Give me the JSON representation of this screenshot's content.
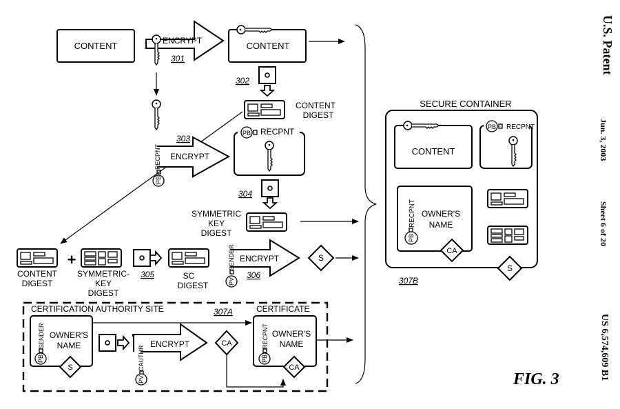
{
  "header": {
    "publication": "U.S. Patent",
    "date": "Jun. 3, 2003",
    "sheet": "Sheet 6 of 20",
    "patent_number": "US 6,574,609 B1"
  },
  "figure_label": "FIG. 3",
  "labels": {
    "content": "CONTENT",
    "encrypt": "ENCRYPT",
    "content_digest_l1": "CONTENT",
    "content_digest_l2": "DIGEST",
    "recpnt": "RECPNT",
    "sender": "SENDER",
    "cauthr": "CAUTHR",
    "pb": "PB",
    "pv": "PV",
    "s": "S",
    "ca": "CA",
    "plus": "+",
    "symkey_digest_l1": "SYMMETRIC",
    "symkey_digest_l2": "KEY",
    "symkey_digest_l3": "DIGEST",
    "symkey2_l1": "SYMMETRIC-",
    "symkey2_l2": "KEY",
    "symkey2_l3": "DIGEST",
    "sc_digest_l1": "SC",
    "sc_digest_l2": "DIGEST",
    "ca_site": "CERTIFICATION AUTHORITY SITE",
    "certificate": "CERTIFICATE",
    "owners_l1": "OWNER'S",
    "owners_l2": "NAME",
    "secure_container": "SECURE CONTAINER"
  },
  "refs": {
    "r301": "301",
    "r302": "302",
    "r303": "303",
    "r304": "304",
    "r305": "305",
    "r306": "306",
    "r307a": "307A",
    "r307b": "307B"
  }
}
